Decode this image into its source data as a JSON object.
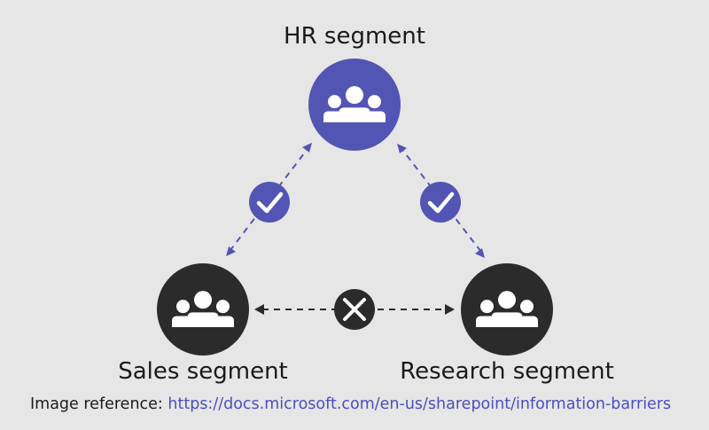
{
  "nodes": {
    "hr": {
      "label": "HR segment",
      "icon": "people-group-icon",
      "color": "#5255b3"
    },
    "sales": {
      "label": "Sales segment",
      "icon": "people-group-icon",
      "color": "#2b2b2b"
    },
    "research": {
      "label": "Research segment",
      "icon": "people-group-icon",
      "color": "#2b2b2b"
    }
  },
  "connections": [
    {
      "from": "hr",
      "to": "sales",
      "status": "allowed",
      "icon": "checkmark-icon",
      "color": "#5255b3"
    },
    {
      "from": "hr",
      "to": "research",
      "status": "allowed",
      "icon": "checkmark-icon",
      "color": "#5255b3"
    },
    {
      "from": "sales",
      "to": "research",
      "status": "blocked",
      "icon": "x-icon",
      "color": "#2b2b2b"
    }
  ],
  "footer": {
    "prefix": "Image reference: ",
    "link_text": "https://docs.microsoft.com/en-us/sharepoint/information-barriers"
  }
}
